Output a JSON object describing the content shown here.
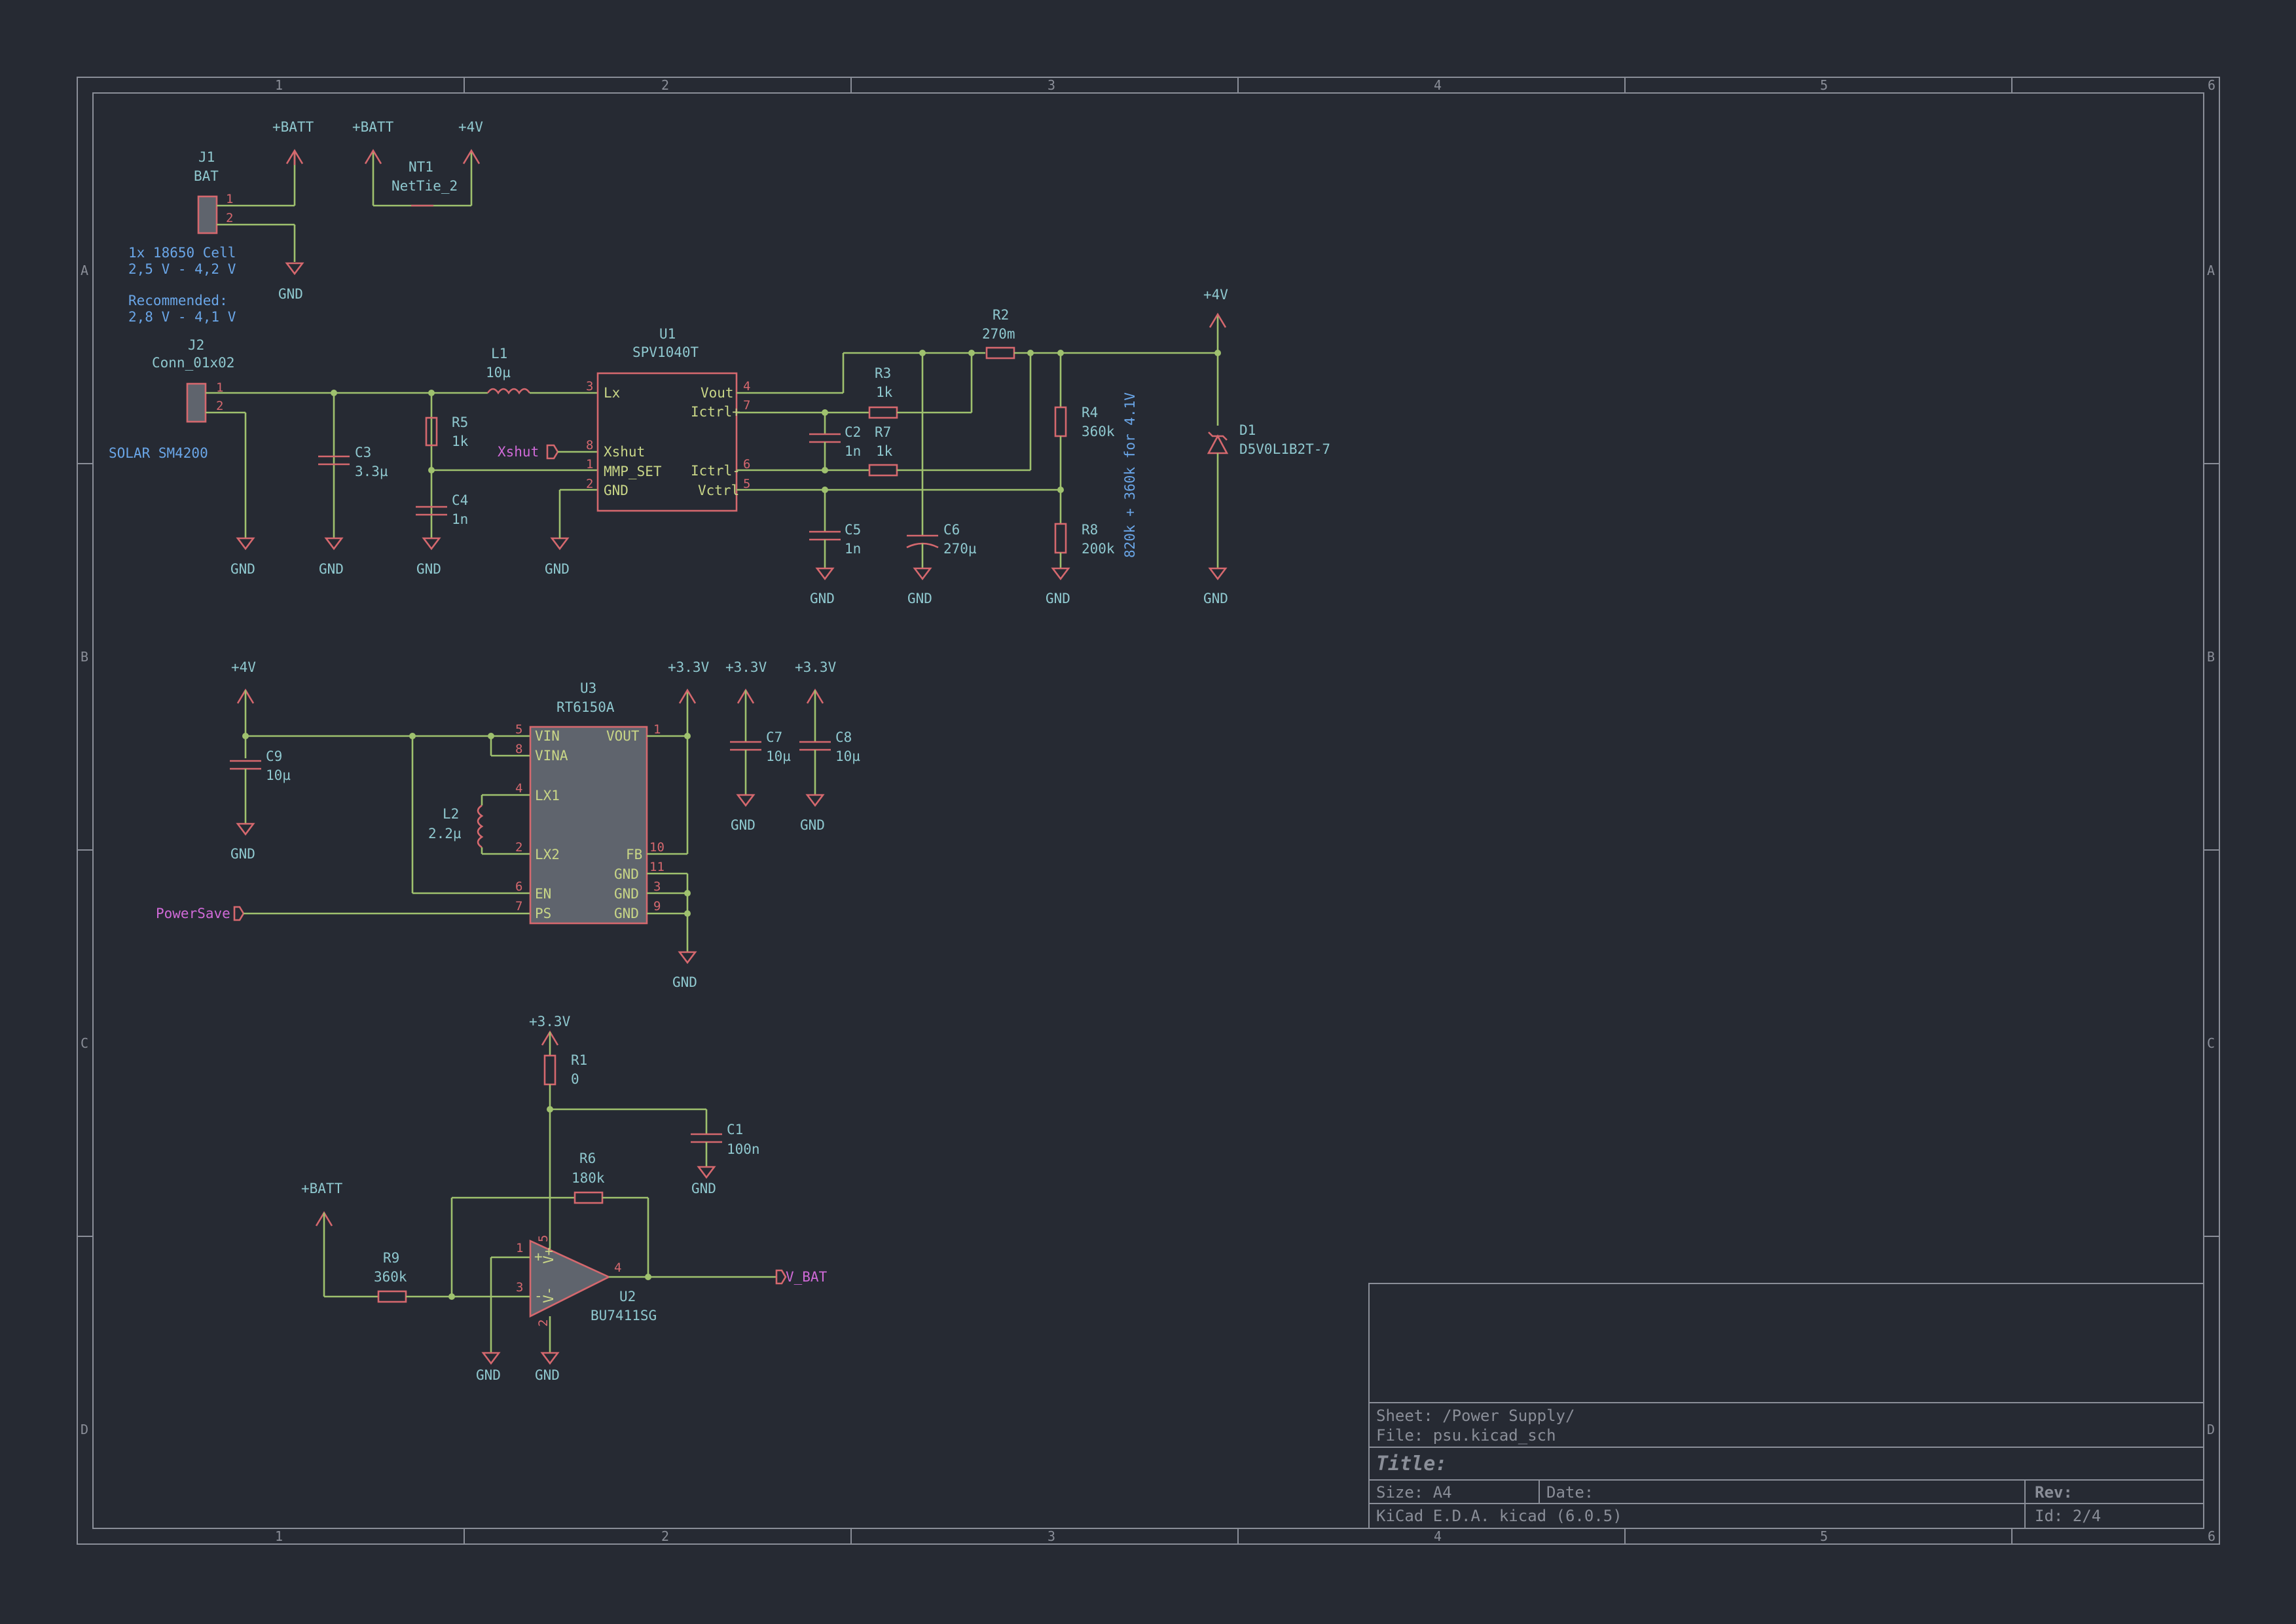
{
  "sheet": {
    "grid_cols": [
      "1",
      "2",
      "3",
      "4",
      "5",
      "6"
    ],
    "grid_rows": [
      "A",
      "B",
      "C",
      "D"
    ]
  },
  "power": {
    "batt": "+BATT",
    "v4": "+4V",
    "v33": "+3.3V",
    "gnd": "GND"
  },
  "parts": {
    "J1": {
      "ref": "J1",
      "value": "BAT",
      "pins": [
        "1",
        "2"
      ]
    },
    "NT1": {
      "ref": "NT1",
      "value": "NetTie_2"
    },
    "J2": {
      "ref": "J2",
      "value": "Conn_01x02",
      "pins": [
        "1",
        "2"
      ]
    },
    "L1": {
      "ref": "L1",
      "value": "10µ"
    },
    "U1": {
      "ref": "U1",
      "value": "SPV1040T",
      "pins": {
        "lx": "Lx",
        "xshut": "Xshut",
        "mmp": "MMP_SET",
        "gnd": "GND",
        "vout": "Vout",
        "ictrlp": "Ictrl+",
        "ictrlm": "Ictrl-",
        "vctrl": "Vctrl"
      },
      "pinnums": {
        "lx": "3",
        "xshut": "8",
        "mmp": "1",
        "gnd": "2",
        "vout": "4",
        "ictrlp": "7",
        "ictrlm": "6",
        "vctrl": "5"
      }
    },
    "R2": {
      "ref": "R2",
      "value": "270m"
    },
    "R3": {
      "ref": "R3",
      "value": "1k"
    },
    "R7": {
      "ref": "R7",
      "value": "1k"
    },
    "C2": {
      "ref": "C2",
      "value": "1n"
    },
    "R5": {
      "ref": "R5",
      "value": "1k"
    },
    "C3": {
      "ref": "C3",
      "value": "3.3µ"
    },
    "C4": {
      "ref": "C4",
      "value": "1n"
    },
    "C5": {
      "ref": "C5",
      "value": "1n"
    },
    "C6": {
      "ref": "C6",
      "value": "270µ"
    },
    "R4": {
      "ref": "R4",
      "value": "360k"
    },
    "R8": {
      "ref": "R8",
      "value": "200k"
    },
    "D1": {
      "ref": "D1",
      "value": "D5V0L1B2T-7"
    },
    "U3": {
      "ref": "U3",
      "value": "RT6150A",
      "pins": {
        "vin": "VIN",
        "vina": "VINA",
        "lx1": "LX1",
        "lx2": "LX2",
        "en": "EN",
        "ps": "PS",
        "vout": "VOUT",
        "fb": "FB",
        "gnd1": "GND",
        "gnd2": "GND",
        "gnd3": "GND"
      },
      "pinnums": {
        "vin": "5",
        "vina": "8",
        "lx1": "4",
        "lx2": "2",
        "en": "6",
        "ps": "7",
        "vout": "1",
        "fb": "10",
        "gnd1": "11",
        "gnd2": "3",
        "gnd3": "9"
      }
    },
    "C9": {
      "ref": "C9",
      "value": "10µ"
    },
    "L2": {
      "ref": "L2",
      "value": "2.2µ"
    },
    "C7": {
      "ref": "C7",
      "value": "10µ"
    },
    "C8": {
      "ref": "C8",
      "value": "10µ"
    },
    "R1": {
      "ref": "R1",
      "value": "0"
    },
    "C1": {
      "ref": "C1",
      "value": "100n"
    },
    "R6": {
      "ref": "R6",
      "value": "180k"
    },
    "R9": {
      "ref": "R9",
      "value": "360k"
    },
    "U2": {
      "ref": "U2",
      "value": "BU7411SG",
      "pins": [
        "1",
        "3",
        "4",
        "5",
        "2"
      ],
      "plus": "+",
      "minus": "-",
      "vplus": "V+",
      "vminus": "V-"
    }
  },
  "notes": {
    "battery_line1": "1x 18650 Cell",
    "battery_line2": "2,5 V - 4,2 V",
    "battery_line3": "Recommended:",
    "battery_line4": "2,8 V - 4,1 V",
    "solar": "SOLAR SM4200",
    "divider": "820k + 360k for 4.1V"
  },
  "labels": {
    "xshut": "Xshut",
    "powersave": "PowerSave",
    "vbat": "V_BAT"
  },
  "titleblock": {
    "sheet": "Sheet: /Power Supply/",
    "file": "File: psu.kicad_sch",
    "title": "Title:",
    "size": "Size: A4",
    "date": "Date:",
    "rev": "Rev:",
    "tool": "KiCad E.D.A.  kicad (6.0.5)",
    "id": "Id: 2/4"
  },
  "colors": {
    "background": "#262a33",
    "wire": "#9fc16e",
    "component": "#d5686e",
    "text": "#8fc8cf",
    "label": "#d06ad8",
    "note": "#6aa6e8"
  }
}
